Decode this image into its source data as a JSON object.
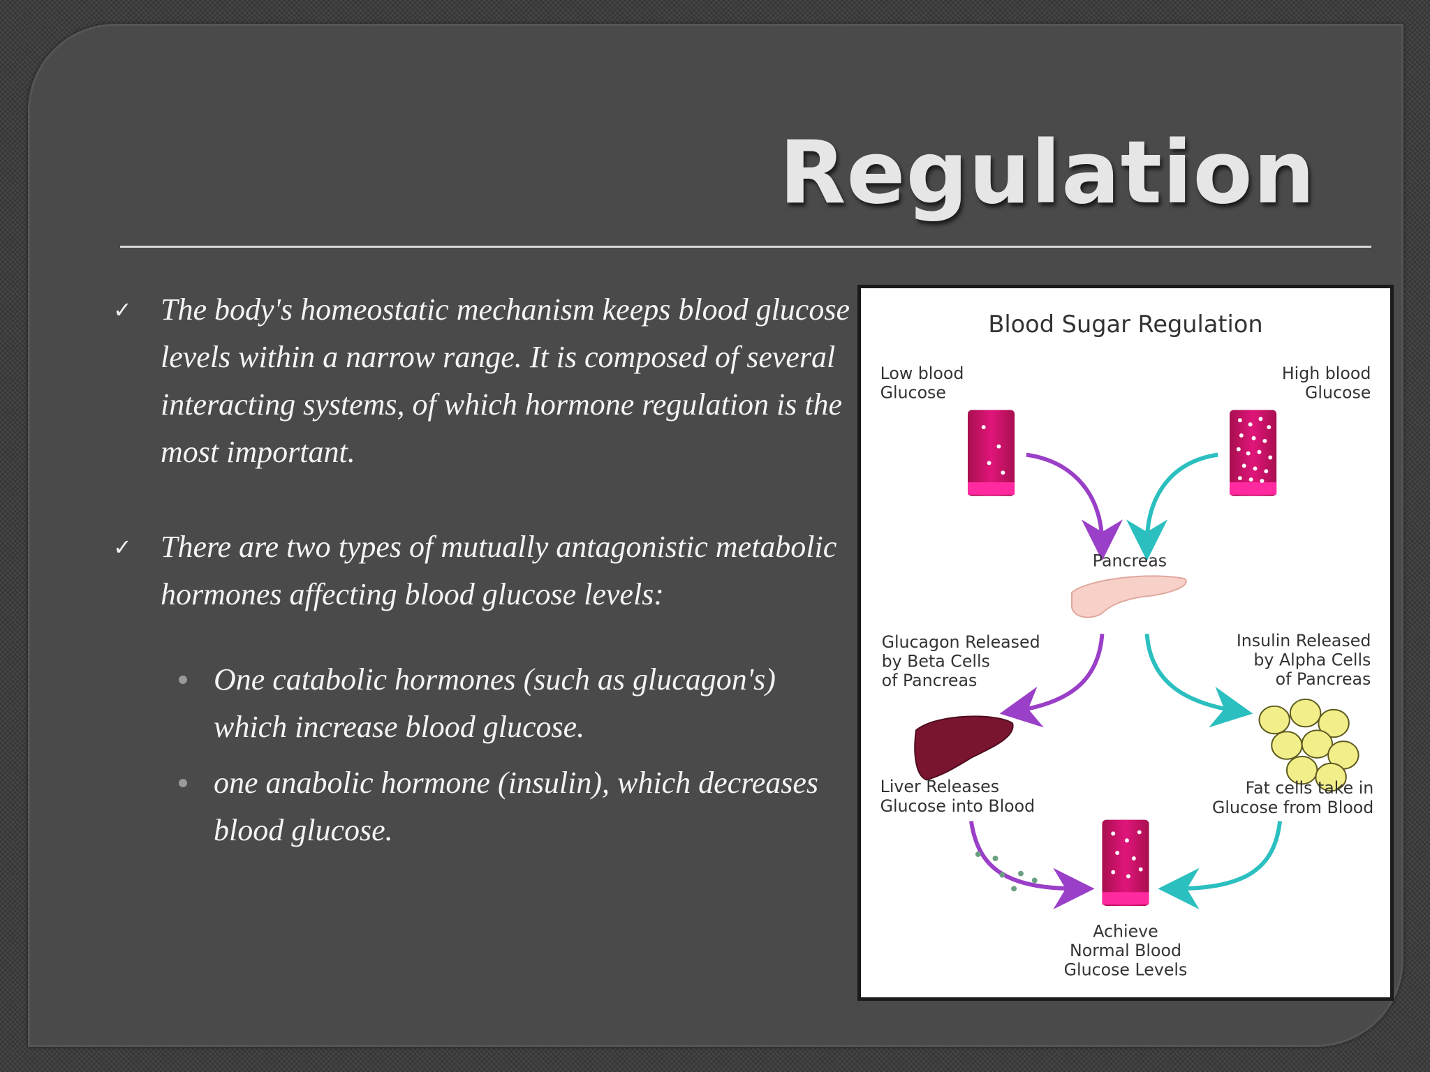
{
  "title": "Regulation",
  "bullets": [
    "The body's homeostatic mechanism keeps blood glucose levels within a narrow range. It is composed of several interacting systems, of which hormone regulation is the most important.",
    "There are two types of mutually antagonistic metabolic hormones affecting blood glucose levels:"
  ],
  "sub_bullets": [
    "One catabolic hormones (such as glucagon's) which increase blood glucose.",
    "one anabolic hormone (insulin), which decreases blood glucose."
  ],
  "diagram": {
    "title": "Blood Sugar Regulation",
    "low_blood": [
      "Low blood",
      "Glucose"
    ],
    "high_blood": [
      "High blood",
      "Glucose"
    ],
    "pancreas": "Pancreas",
    "glucagon": [
      "Glucagon Released",
      "by Beta Cells",
      "of Pancreas"
    ],
    "insulin": [
      "Insulin Released",
      "by Alpha Cells",
      "of Pancreas"
    ],
    "liver": [
      "Liver Releases",
      "Glucose into Blood"
    ],
    "fat": [
      "Fat cells take in",
      "Glucose from Blood"
    ],
    "normal": [
      "Achieve",
      "Normal Blood",
      "Glucose Levels"
    ]
  },
  "colors": {
    "purple_arrow": "#9a3fc7",
    "teal_arrow": "#2bbfbf",
    "vessel": "#e0157a",
    "liver": "#7a1530",
    "fat": "#f2ef8a"
  }
}
